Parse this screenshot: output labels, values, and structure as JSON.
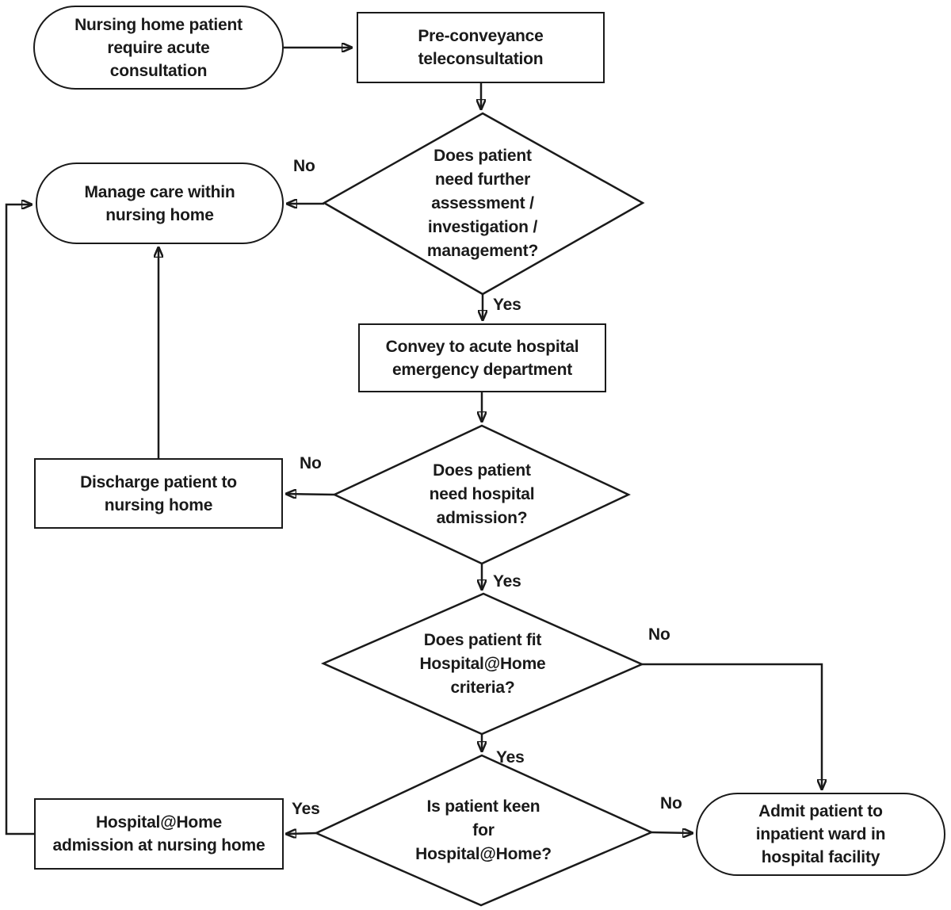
{
  "nodes": {
    "start": {
      "text": "Nursing home patient\nrequire acute\nconsultation",
      "shape": "terminator"
    },
    "teleconsultation": {
      "text": "Pre-conveyance\nteleconsultation",
      "shape": "process"
    },
    "assessment_decision": {
      "text": "Does patient\nneed further\nassessment /\ninvestigation /\nmanagement?",
      "shape": "decision"
    },
    "manage_care": {
      "text": "Manage care within\nnursing home",
      "shape": "terminator"
    },
    "convey_ed": {
      "text": "Convey to acute hospital\nemergency department",
      "shape": "process"
    },
    "admission_decision": {
      "text": "Does patient\nneed hospital\nadmission?",
      "shape": "decision"
    },
    "discharge": {
      "text": "Discharge patient to\nnursing home",
      "shape": "process"
    },
    "criteria_decision": {
      "text": "Does patient fit\nHospital@Home\ncriteria?",
      "shape": "decision"
    },
    "keen_decision": {
      "text": "Is patient keen\nfor\nHospital@Home?",
      "shape": "decision"
    },
    "hah_admission": {
      "text": "Hospital@Home\nadmission at nursing home",
      "shape": "process"
    },
    "admit_inpatient": {
      "text": "Admit patient to\ninpatient ward in\nhospital facility",
      "shape": "terminator"
    }
  },
  "labels": {
    "assessment_no": "No",
    "assessment_yes": "Yes",
    "admission_no": "No",
    "admission_yes": "Yes",
    "criteria_no": "No",
    "criteria_yes": "Yes",
    "keen_yes": "Yes",
    "keen_no": "No"
  },
  "edges": [
    {
      "from": "start",
      "to": "teleconsultation",
      "label": ""
    },
    {
      "from": "teleconsultation",
      "to": "assessment_decision",
      "label": ""
    },
    {
      "from": "assessment_decision",
      "to": "manage_care",
      "label": "No"
    },
    {
      "from": "assessment_decision",
      "to": "convey_ed",
      "label": "Yes"
    },
    {
      "from": "convey_ed",
      "to": "admission_decision",
      "label": ""
    },
    {
      "from": "admission_decision",
      "to": "discharge",
      "label": "No"
    },
    {
      "from": "admission_decision",
      "to": "criteria_decision",
      "label": "Yes"
    },
    {
      "from": "discharge",
      "to": "manage_care",
      "label": ""
    },
    {
      "from": "criteria_decision",
      "to": "admit_inpatient",
      "label": "No"
    },
    {
      "from": "criteria_decision",
      "to": "keen_decision",
      "label": "Yes"
    },
    {
      "from": "keen_decision",
      "to": "hah_admission",
      "label": "Yes"
    },
    {
      "from": "keen_decision",
      "to": "admit_inpatient",
      "label": "No"
    },
    {
      "from": "hah_admission",
      "to": "manage_care",
      "label": ""
    }
  ],
  "colors": {
    "stroke": "#1a1a1a",
    "background": "#ffffff"
  }
}
